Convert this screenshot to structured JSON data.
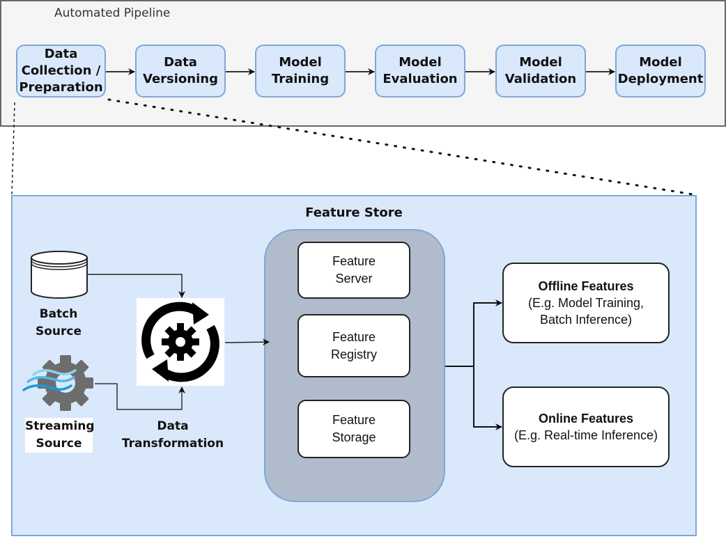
{
  "pipeline": {
    "title": "Automated Pipeline",
    "stages": [
      {
        "label": "Data\nCollection /\nPreparation"
      },
      {
        "label": "Data\nVersioning"
      },
      {
        "label": "Model\nTraining"
      },
      {
        "label": "Model\nEvaluation"
      },
      {
        "label": "Model\nValidation"
      },
      {
        "label": "Model\nDeployment"
      }
    ]
  },
  "feature_store": {
    "title": "Feature Store",
    "sources": {
      "batch": {
        "label": "Batch\nSource",
        "icon": "database-icon"
      },
      "streaming": {
        "label": "Streaming\nSource",
        "icon": "streaming-gear-icon"
      }
    },
    "transformation": {
      "label": "Data\nTransformation",
      "icon": "refresh-gear-icon"
    },
    "components": [
      {
        "label": "Feature\nServer"
      },
      {
        "label": "Feature\nRegistry"
      },
      {
        "label": "Feature\nStorage"
      }
    ],
    "outputs": [
      {
        "title": "Offline Features",
        "subtitle": "(E.g. Model Training,\nBatch Inference)"
      },
      {
        "title": "Online Features",
        "subtitle": "(E.g. Real-time Inference)"
      }
    ]
  },
  "colors": {
    "stage_fill": "#dae8fc",
    "stage_border": "#7ea6d8",
    "panel_fill": "#dae8fc",
    "core_fill": "#b0bccc",
    "pipeline_fill": "#f5f5f5"
  }
}
